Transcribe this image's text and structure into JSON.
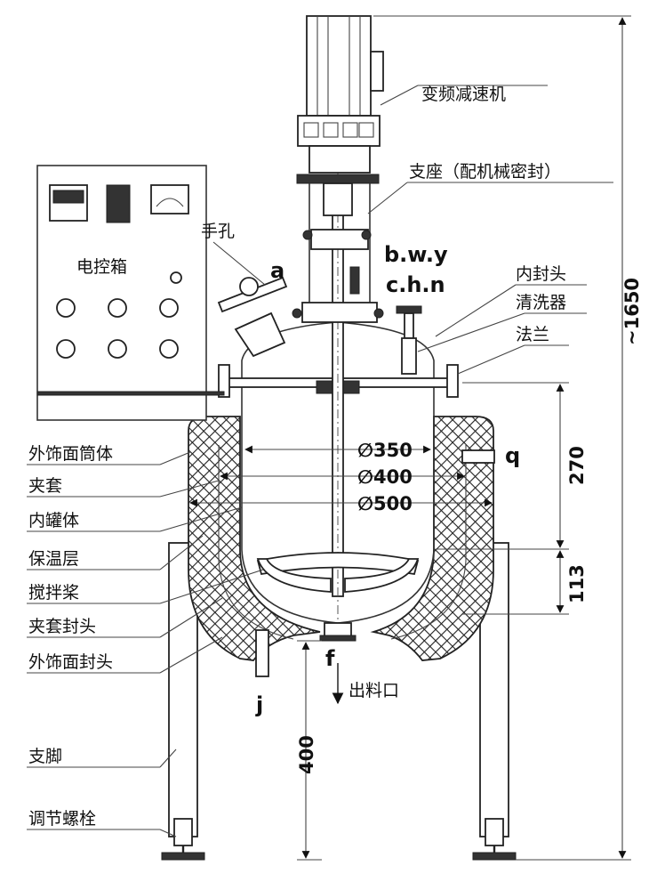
{
  "labels": {
    "motor": "变频减速机",
    "support": "支座（配机械密封）",
    "handhole": "手孔",
    "control_box": "电控箱",
    "inner_head": "内封头",
    "cleaner": "清洗器",
    "flange": "法兰",
    "outer_shell": "外饰面筒体",
    "jacket": "夹套",
    "inner_tank": "内罐体",
    "insulation": "保温层",
    "agitator": "搅拌桨",
    "jacket_head": "夹套封头",
    "outer_head": "外饰面封头",
    "outlet": "出料口",
    "leg": "支脚",
    "bolt": "调节螺栓"
  },
  "ports": {
    "a": "a",
    "bwy": "b.w.y",
    "chn": "c.h.n",
    "q": "q",
    "f": "f",
    "j": "j"
  },
  "dimensions": {
    "d350": "350",
    "d400": "400",
    "d500": "500",
    "h270": "270",
    "h113": "113",
    "h400": "400",
    "h1650": "~1650"
  },
  "dia_symbol": "∅"
}
